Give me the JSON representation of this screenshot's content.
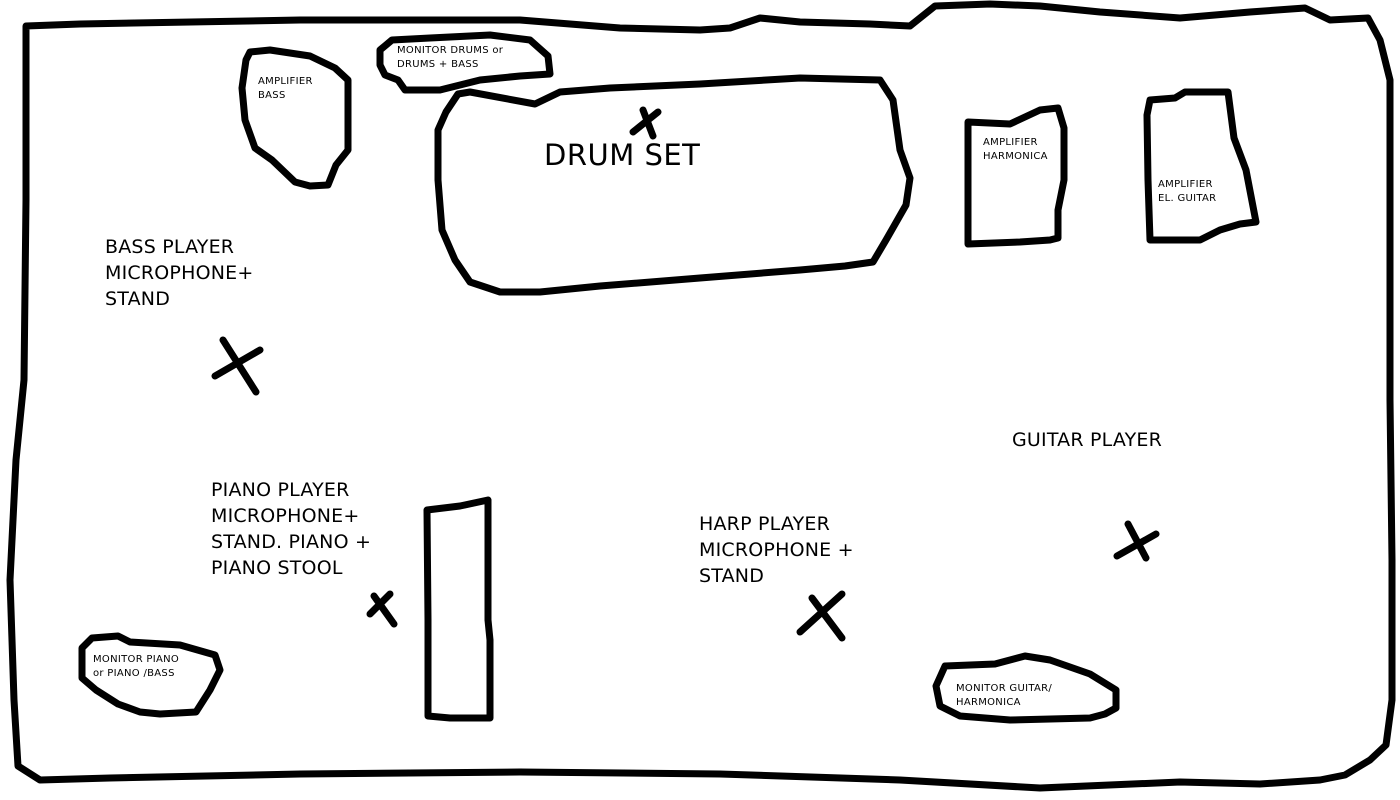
{
  "labels": {
    "drum_set": "DRUM SET",
    "monitor_drums": [
      "MONITOR DRUMS or",
      "DRUMS + BASS"
    ],
    "amplifier_bass": [
      "AMPLIFIER",
      "BASS"
    ],
    "amplifier_harmonica": [
      "AMPLIFIER",
      "HARMONICA"
    ],
    "amplifier_guitar": [
      "AMPLIFIER",
      "EL. GUITAR"
    ],
    "bass_player": [
      "BASS PLAYER",
      "MICROPHONE+",
      "STAND"
    ],
    "guitar_player": "GUITAR PLAYER",
    "piano_player": [
      "PIANO PLAYER",
      "MICROPHONE+",
      "STAND. PIANO +",
      "PIANO STOOL"
    ],
    "harp_player": [
      "HARP PLAYER",
      "MICROPHONE +",
      "STAND"
    ],
    "monitor_piano": [
      "MONITOR PIANO",
      "or PIANO /BASS"
    ],
    "monitor_guitar": [
      "MONITOR GUITAR/",
      "HARMONICA"
    ]
  },
  "colors": {
    "ink": "#000000",
    "background": "#ffffff"
  }
}
